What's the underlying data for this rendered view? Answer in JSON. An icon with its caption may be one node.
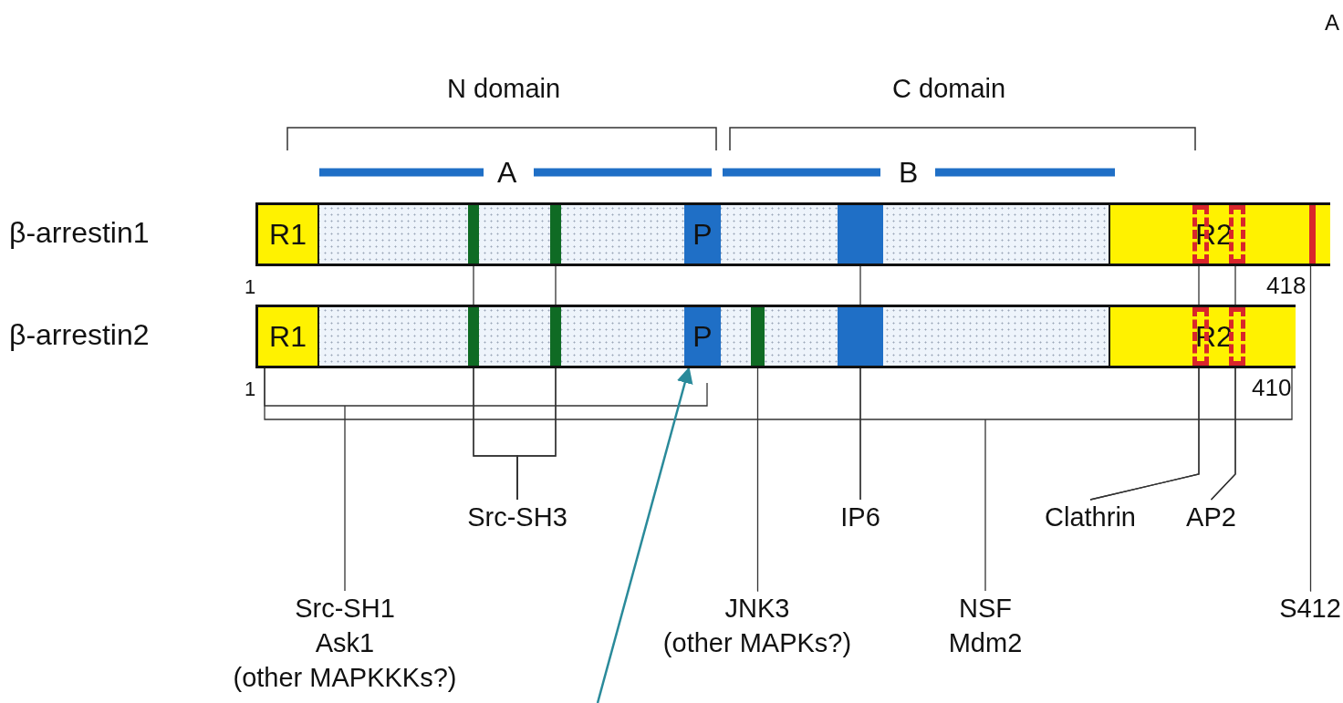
{
  "diagram": {
    "nodes": [
      {
        "text": [],
        "shape": "bar",
        "beside": [
          "β-arrestin1",
          "1",
          "418"
        ]
      },
      {
        "text": [
          "R1"
        ],
        "in": 0
      },
      {
        "text": [
          "P"
        ],
        "in": 0
      },
      {
        "text": [
          "R2"
        ],
        "in": 0
      },
      {
        "text": [],
        "shape": "bar",
        "in": 0
      },
      {
        "text": [],
        "shape": "bar",
        "in": 0
      },
      {
        "text": [],
        "shape": "box",
        "in": 0
      },
      {
        "text": [],
        "shape": "box",
        "in": 3
      },
      {
        "text": [],
        "shape": "box",
        "in": 3
      },
      {
        "text": [],
        "shape": "bar",
        "in": 3
      },
      {
        "text": [],
        "shape": "bar",
        "beside": [
          "β-arrestin2",
          "1",
          "410"
        ]
      },
      {
        "text": [
          "R1"
        ],
        "in": 10
      },
      {
        "text": [
          "P"
        ],
        "in": 10
      },
      {
        "text": [
          "R2"
        ],
        "in": 10
      },
      {
        "text": [],
        "shape": "bar",
        "in": 10
      },
      {
        "text": [],
        "shape": "bar",
        "in": 10
      },
      {
        "text": [],
        "shape": "bar",
        "in": 10
      },
      {
        "text": [],
        "shape": "box",
        "in": 10
      },
      {
        "text": [],
        "shape": "box",
        "in": 13
      },
      {
        "text": [],
        "shape": "box",
        "in": 13
      },
      {
        "text": [
          "Src-SH3"
        ]
      },
      {
        "text": [
          "IP6"
        ]
      },
      {
        "text": [
          "Clathrin"
        ]
      },
      {
        "text": [
          "AP2"
        ]
      },
      {
        "text": [
          "Src-SH1",
          "Ask1",
          "(other MAPKKKs?)"
        ]
      },
      {
        "text": [
          "JNK3",
          "(other MAPKs?)"
        ]
      },
      {
        "text": [
          "NSF",
          "Mdm2"
        ]
      },
      {
        "text": [
          "S412"
        ]
      }
    ],
    "edges": [
      {
        "from": 20,
        "to": 4,
        "arrow": "none"
      },
      {
        "from": 20,
        "to": 5,
        "arrow": "none"
      },
      {
        "from": 20,
        "to": 14,
        "arrow": "none"
      },
      {
        "from": 20,
        "to": 15,
        "arrow": "none"
      },
      {
        "from": 21,
        "to": 6,
        "arrow": "none"
      },
      {
        "from": 21,
        "to": 17,
        "arrow": "none"
      },
      {
        "from": 22,
        "to": 7,
        "arrow": "none"
      },
      {
        "from": 22,
        "to": 18,
        "arrow": "none"
      },
      {
        "from": 23,
        "to": 8,
        "arrow": "none"
      },
      {
        "from": 23,
        "to": 19,
        "arrow": "none"
      },
      {
        "from": 24,
        "to": 10,
        "arrow": "none"
      },
      {
        "from": 25,
        "to": 16,
        "arrow": "none"
      },
      {
        "from": 26,
        "to": 10,
        "arrow": "none"
      },
      {
        "from": 27,
        "to": 9,
        "arrow": "none"
      },
      {
        "from": null,
        "to": 12,
        "arrow": "to",
        "color": "#2a8a9a"
      }
    ],
    "labels": [
      "A",
      "N domain",
      "C domain",
      "A",
      "B"
    ]
  }
}
